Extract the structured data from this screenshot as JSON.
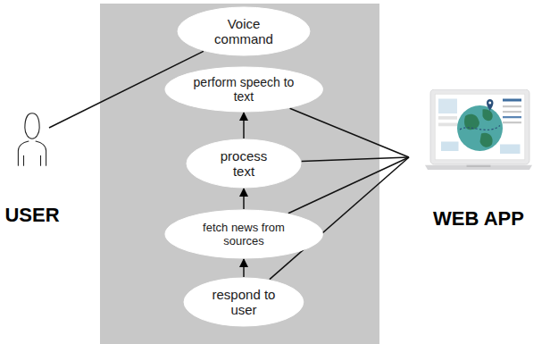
{
  "diagram": {
    "nodes": [
      {
        "text": [
          "USER"
        ]
      },
      {
        "text": [
          "Voice command"
        ]
      },
      {
        "text": [
          "perform speech to text"
        ]
      },
      {
        "text": [
          "process text"
        ]
      },
      {
        "text": [
          "fetch news from sources"
        ]
      },
      {
        "text": [
          "respond to user"
        ]
      },
      {
        "text": [
          "WEB APP"
        ]
      }
    ],
    "edges": [
      {
        "from": 0,
        "to": 1,
        "arrow": "none"
      },
      {
        "from": 3,
        "to": 2,
        "arrow": "to"
      },
      {
        "from": 4,
        "to": 3,
        "arrow": "to"
      },
      {
        "from": 5,
        "to": 4,
        "arrow": "to"
      },
      {
        "from": 6,
        "to": 2,
        "arrow": "none"
      },
      {
        "from": 6,
        "to": 3,
        "arrow": "none"
      },
      {
        "from": 6,
        "to": 4,
        "arrow": "none"
      },
      {
        "from": 6,
        "to": 5,
        "arrow": "none"
      }
    ]
  }
}
